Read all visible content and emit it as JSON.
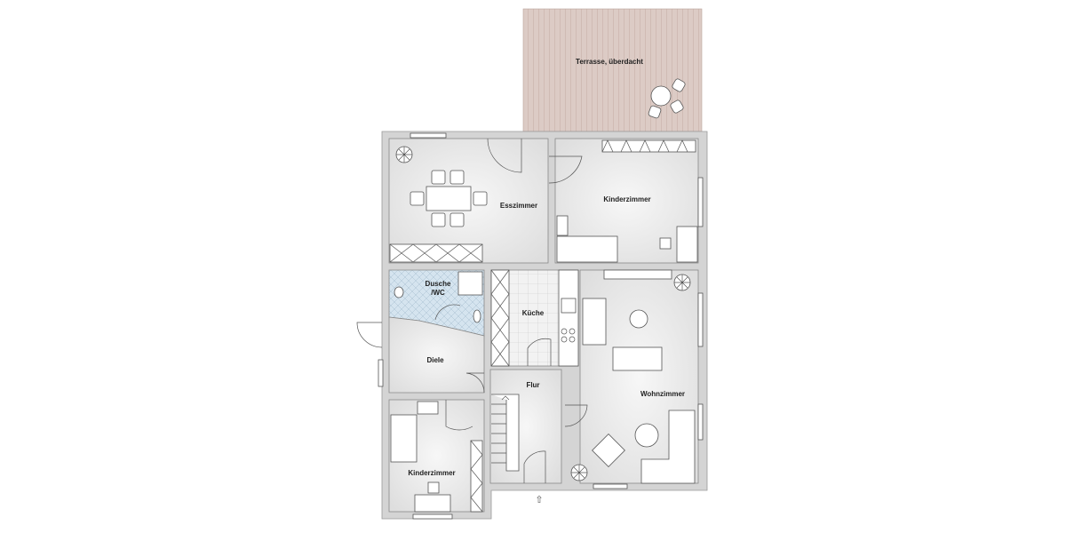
{
  "plan": {
    "rooms": {
      "terrace": "Terrasse, überdacht",
      "dining": "Esszimmer",
      "kids_top": "Kinderzimmer",
      "bath": "Dusche\n/WC",
      "bath_line1": "Dusche",
      "bath_line2": "/WC",
      "kitchen": "Küche",
      "hall": "Diele",
      "corridor": "Flur",
      "living": "Wohnzimmer",
      "kids_bottom": "Kinderzimmer"
    },
    "colors": {
      "terrace": "#dccbc5",
      "wall": "#d4d4d4",
      "floor": "#e6e6e6",
      "bath_tile": "#cfe0ee"
    },
    "entrance_icon": "arrow-up-icon"
  }
}
